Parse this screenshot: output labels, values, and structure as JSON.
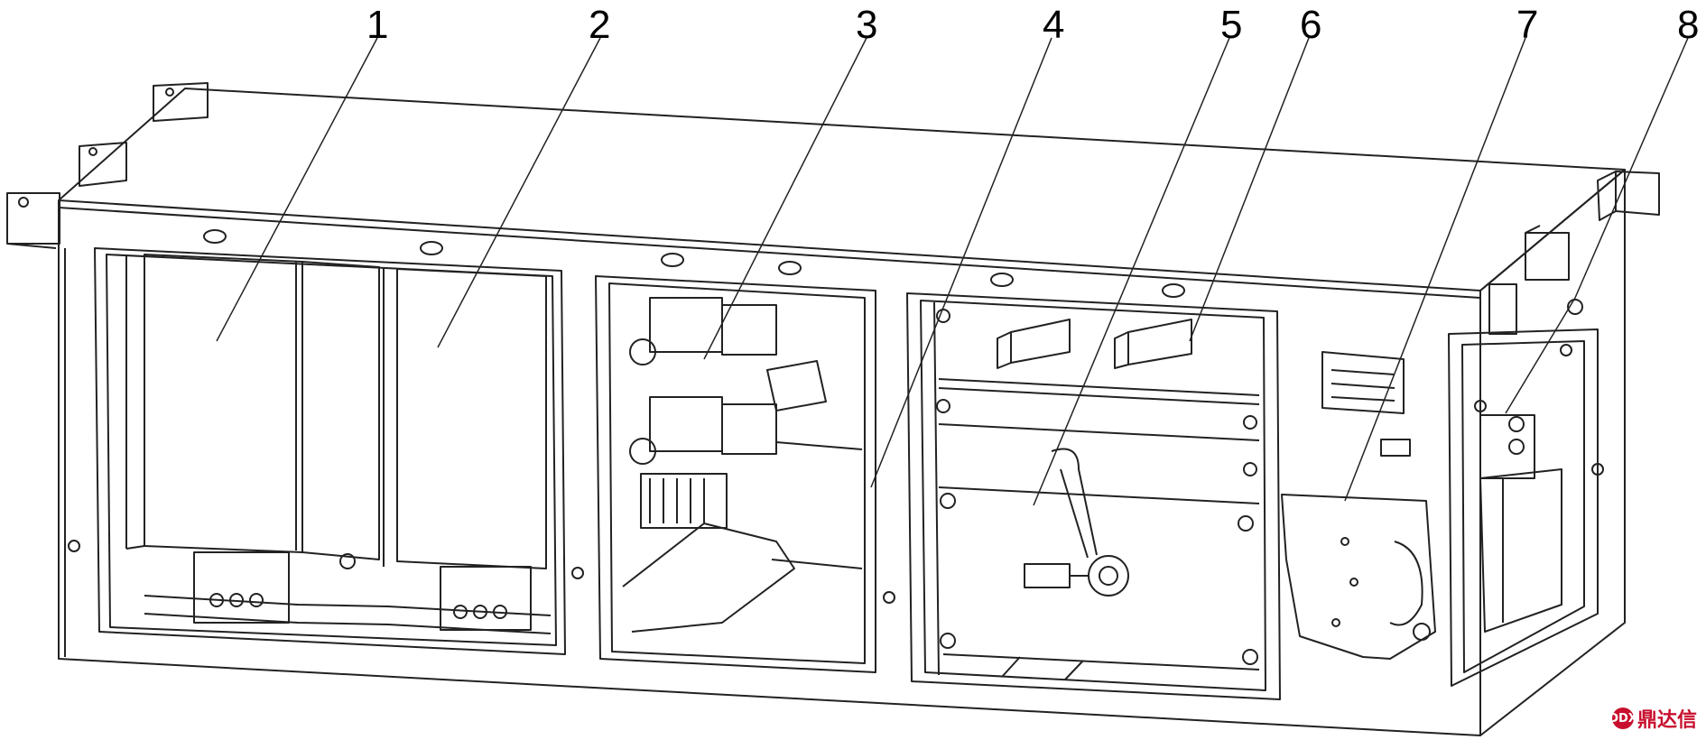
{
  "callouts": [
    {
      "id": "1",
      "label": "1"
    },
    {
      "id": "2",
      "label": "2"
    },
    {
      "id": "3",
      "label": "3"
    },
    {
      "id": "4",
      "label": "4"
    },
    {
      "id": "5",
      "label": "5"
    },
    {
      "id": "6",
      "label": "6"
    },
    {
      "id": "7",
      "label": "7"
    },
    {
      "id": "8",
      "label": "8"
    }
  ],
  "watermark": {
    "text": "鼎达信",
    "logo_glyph": "DDX"
  },
  "colors": {
    "line": "#222222",
    "background": "#ffffff",
    "watermark": "#c8102e"
  }
}
